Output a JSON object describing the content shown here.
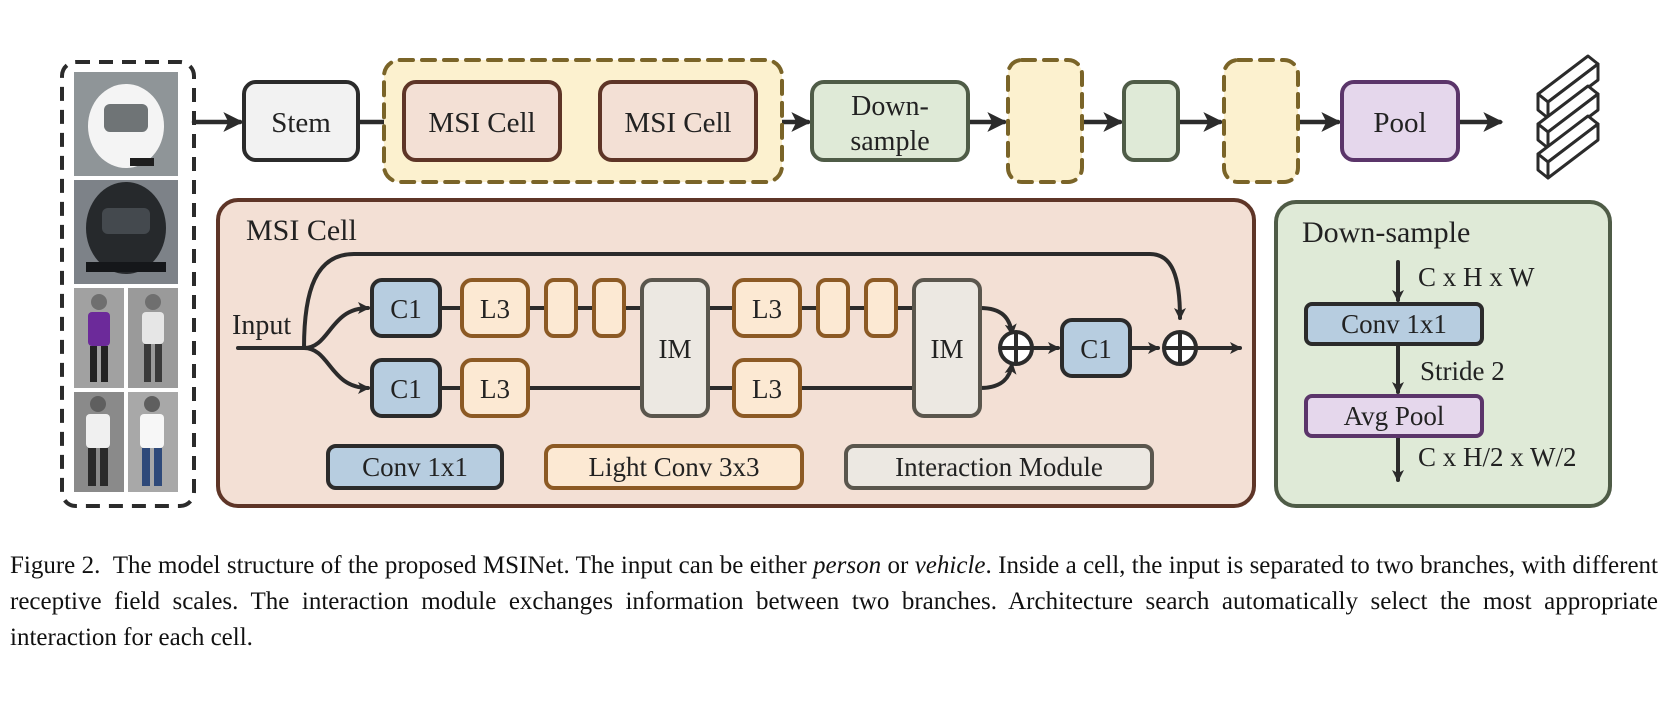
{
  "pipeline": {
    "stem": "Stem",
    "msi_cell_1": "MSI Cell",
    "msi_cell_2": "MSI Cell",
    "downsample_line1": "Down-",
    "downsample_line2": "sample",
    "pool": "Pool"
  },
  "msi_panel": {
    "title": "MSI Cell",
    "input": "Input",
    "c1_top": "C1",
    "c1_bottom": "C1",
    "l3_top_1": "L3",
    "l3_bottom_1": "L3",
    "im_1": "IM",
    "l3_top_2": "L3",
    "l3_bottom_2": "L3",
    "im_2": "IM",
    "c1_out": "C1",
    "legend": {
      "conv": "Conv 1x1",
      "light": "Light Conv 3x3",
      "interaction": "Interaction Module"
    }
  },
  "ds_panel": {
    "title": "Down-sample",
    "in_dims": "C x H x W",
    "conv": "Conv 1x1",
    "stride": "Stride 2",
    "pool": "Avg Pool",
    "out_dims": "C x H/2 x W/2"
  },
  "caption": {
    "label": "Figure 2.",
    "t1": "The model structure of the proposed MSINet.  The input can be either ",
    "person": "person",
    "or": " or ",
    "vehicle": "vehicle",
    "t2": ".  Inside a cell, the input is separated to two branches, with different receptive field scales. The interaction module exchanges information between two branches. Architecture search automatically select the most appropriate interaction for each cell."
  },
  "colors": {
    "stroke": "#2b2b2b",
    "yellow_fill": "#fcf1cf",
    "yellow_stroke": "#7a6428",
    "green_fill": "#dfead7",
    "green_stroke": "#4f5c47",
    "pink_fill": "#f3e0d5",
    "pink_stroke": "#5e3527",
    "blue_fill": "#b7cde0",
    "orange_fill": "#fce9d3",
    "orange_stroke": "#8c5a24",
    "gray_fill": "#ece8e2",
    "gray_stroke": "#5a564d",
    "purple_fill": "#e5d7ec",
    "purple_stroke": "#5b356a",
    "stem_fill": "#f2f2f2"
  }
}
